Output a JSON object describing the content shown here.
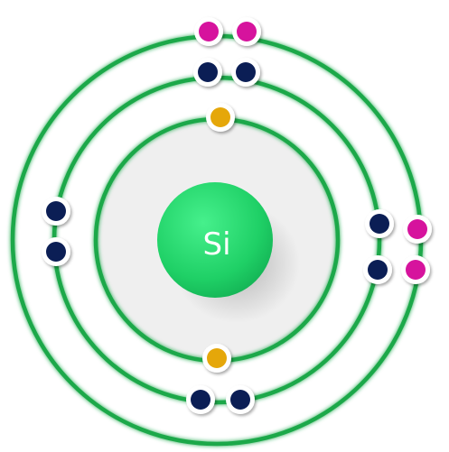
{
  "nucleus": {
    "symbol": "Si",
    "color": "#1fd066"
  },
  "shell_color": "#1aa84a",
  "shells": [
    {
      "name": "shell-1",
      "electrons": 2,
      "color": "#e5a70a"
    },
    {
      "name": "shell-2",
      "electrons": 8,
      "color": "#0b1e55"
    },
    {
      "name": "shell-3",
      "electrons": 4,
      "color": "#d6139d"
    }
  ]
}
